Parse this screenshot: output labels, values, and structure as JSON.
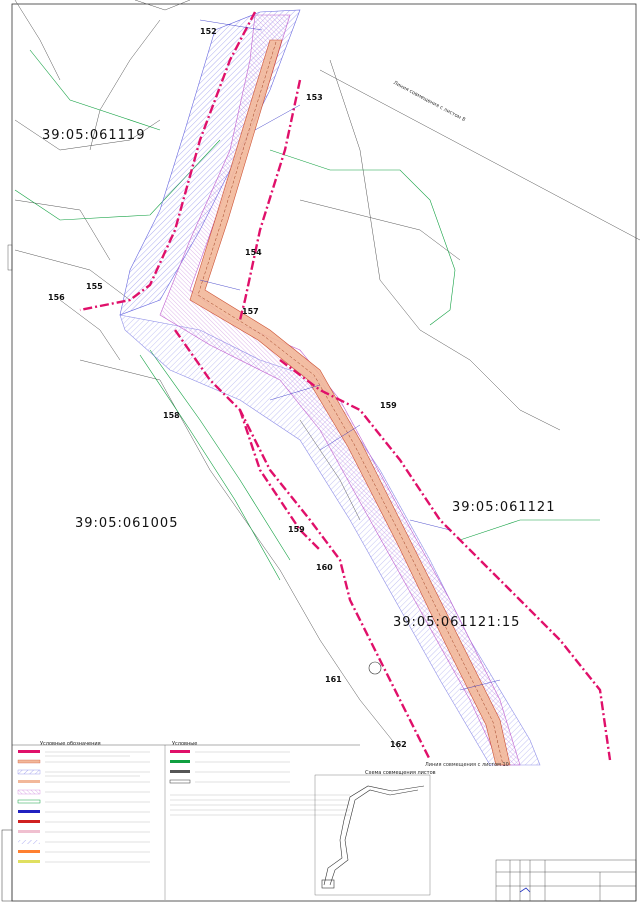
{
  "sheet": {
    "big_labels": [
      {
        "text": "39:05:061119"
      },
      {
        "text": "39:05:061005"
      },
      {
        "text": "39:05:061121"
      },
      {
        "text": "39:05:061121:15"
      }
    ],
    "point_numbers": [
      "152",
      "153",
      "154",
      "155",
      "156",
      "157",
      "158",
      "159",
      "159",
      "160",
      "161",
      "162"
    ],
    "boundary_note": "Линия совмещения с листом 8",
    "match_note": "Линия совмещения с листом 10",
    "legend_title": "Условные обозначения",
    "legend_right_title": "Условные",
    "scheme_title": "Схема совмещения листов"
  },
  "colors": {
    "red_boundary": "#e0106a",
    "corridor_fill": "#f2b89a",
    "corridor_edge": "#c84020",
    "purple_zone": "#c060d0",
    "blue_hatch": "#6a6ae0",
    "green_line": "#10a040",
    "parcel_line": "#555555"
  }
}
